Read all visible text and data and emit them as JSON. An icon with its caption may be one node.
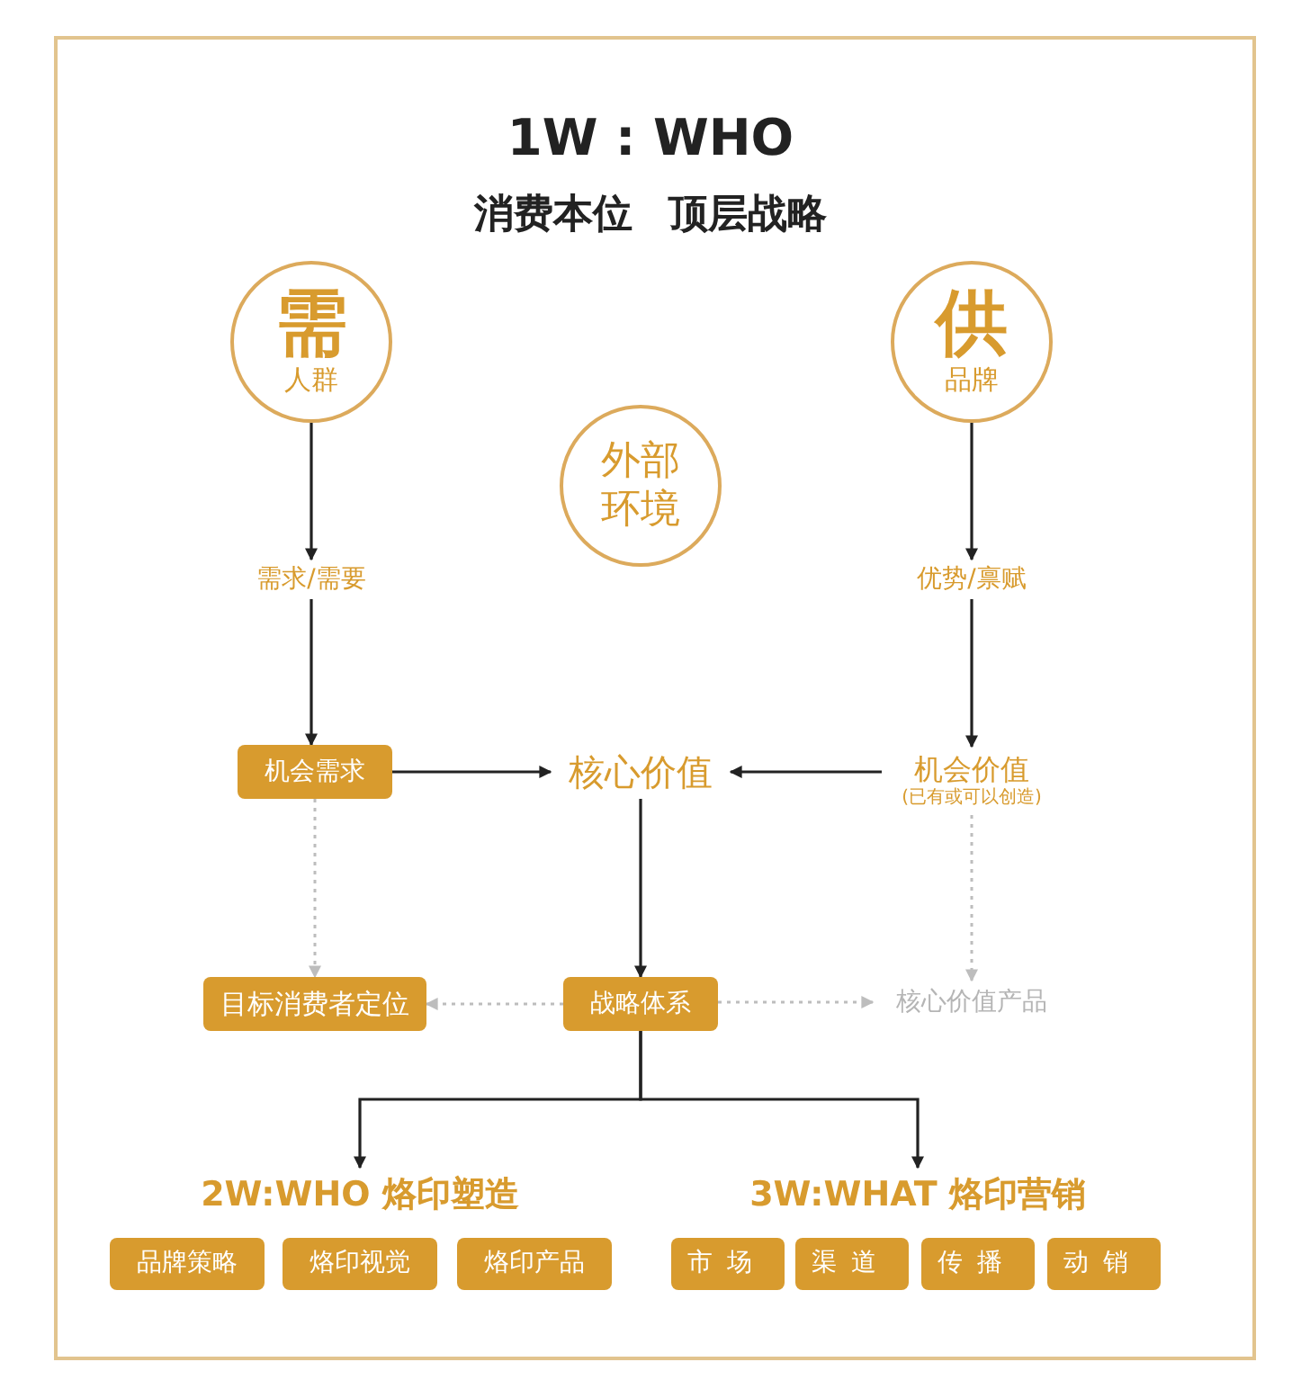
{
  "diagram": {
    "title": "1W : WHO",
    "nodes": [
      {
        "text": [
          "需",
          "人群"
        ]
      },
      {
        "text": [
          "供",
          "品牌"
        ]
      },
      {
        "text": [
          "外部环境"
        ]
      },
      {
        "text": [
          "需求/需要"
        ]
      },
      {
        "text": [
          "优势/禀赋"
        ]
      },
      {
        "text": [
          "机会需求"
        ]
      },
      {
        "text": [
          "核心价值"
        ]
      },
      {
        "text": [
          "机会价值",
          "(已有或可以创造)"
        ]
      },
      {
        "text": [
          "目标消费者定位"
        ]
      },
      {
        "text": [
          "战略体系"
        ]
      },
      {
        "text": [
          "核心价值产品"
        ]
      },
      {
        "text": [
          "2W:WHO 烙印塑造"
        ]
      },
      {
        "text": [
          "3W:WHAT 烙印营销"
        ]
      },
      {
        "text": [
          "品牌策略"
        ]
      },
      {
        "text": [
          "烙印视觉"
        ]
      },
      {
        "text": [
          "烙印产品"
        ]
      },
      {
        "text": [
          "市场"
        ]
      },
      {
        "text": [
          "渠道"
        ]
      },
      {
        "text": [
          "传播"
        ]
      },
      {
        "text": [
          "动销"
        ]
      }
    ],
    "edges": [
      {
        "from": 0,
        "to": 3,
        "arrow": "to"
      },
      {
        "from": 3,
        "to": 5,
        "arrow": "to"
      },
      {
        "from": 1,
        "to": 4,
        "arrow": "to"
      },
      {
        "from": 4,
        "to": 7,
        "arrow": "to"
      },
      {
        "from": 5,
        "to": 6,
        "arrow": "to"
      },
      {
        "from": 7,
        "to": 6,
        "arrow": "to"
      },
      {
        "from": 6,
        "to": 9,
        "arrow": "to"
      },
      {
        "from": 5,
        "to": 8,
        "arrow": "to",
        "style": "dashed",
        "color": "#bdbdbd"
      },
      {
        "from": 7,
        "to": 10,
        "arrow": "to",
        "style": "dashed",
        "color": "#bdbdbd"
      },
      {
        "from": 9,
        "to": 8,
        "arrow": "to",
        "style": "dashed",
        "color": "#bdbdbd"
      },
      {
        "from": 9,
        "to": 10,
        "arrow": "to",
        "style": "dashed",
        "color": "#bdbdbd"
      },
      {
        "from": 9,
        "to": 11,
        "arrow": "to"
      },
      {
        "from": 9,
        "to": 12,
        "arrow": "to"
      }
    ],
    "labels": [
      "消费本位 顶层战略"
    ]
  }
}
